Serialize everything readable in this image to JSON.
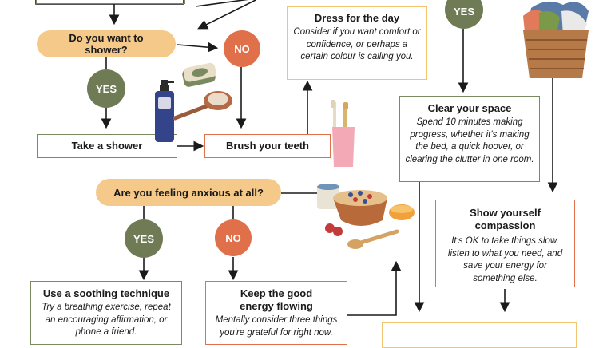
{
  "nodes": {
    "shower_q": "Do you want to shower?",
    "anxious_q": "Are you feeling anxious at all?",
    "yes": "YES",
    "no": "NO",
    "take_shower": "Take a shower",
    "brush_teeth": "Brush your teeth",
    "dress": {
      "title": "Dress for the day",
      "desc": "Consider if you want comfort or confidence, or perhaps a certain colour is calling you."
    },
    "clear": {
      "title": "Clear your space",
      "desc": "Spend 10 minutes making progress, whether it's making the bed, a quick hoover, or clearing the clutter in one room."
    },
    "compassion": {
      "title": "Show yourself compassion",
      "desc": "It's OK to take things slow, listen to what you need, and save your energy for something else."
    },
    "soothing": {
      "title": "Use a soothing technique",
      "desc": "Try a breathing exercise, repeat an encouraging affirmation, or phone a friend."
    },
    "energy": {
      "title": "Keep the good energy flowing",
      "desc": "Mentally consider three things you're grateful for right now."
    }
  },
  "colors": {
    "green": "#6f7b55",
    "orange": "#e0704a",
    "pill": "#f5c98a",
    "yellow_border": "#f2c46d"
  },
  "illustrations": [
    "shampoo-bottle-icon",
    "soap-icon",
    "brush-icon",
    "toothbrush-cup-icon",
    "laundry-basket-icon",
    "breakfast-bowl-icon"
  ]
}
